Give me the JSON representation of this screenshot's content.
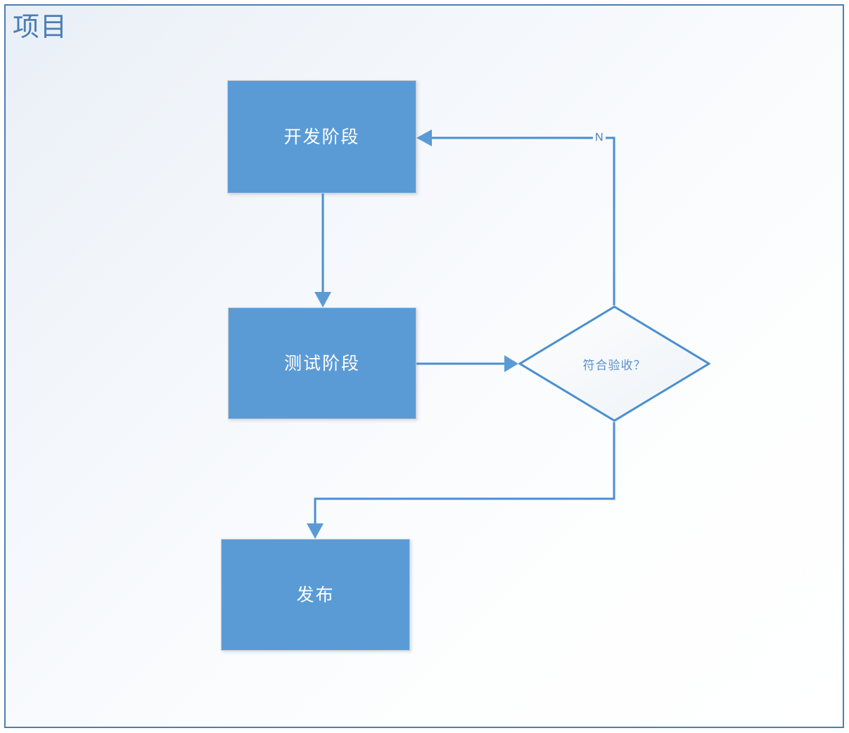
{
  "diagram": {
    "title": "项目",
    "type": "flowchart",
    "title_color": "#4a7eb5",
    "panel_border_color": "#4a7fb5",
    "node_fill_color": "#5b9bd5",
    "node_text_color": "#ffffff",
    "decision_text_color": "#5b8fc9",
    "connector_color": "#4a8fd0",
    "nodes": [
      {
        "id": "dev",
        "label": "开发阶段",
        "shape": "rectangle"
      },
      {
        "id": "test",
        "label": "测试阶段",
        "shape": "rectangle"
      },
      {
        "id": "decision",
        "label": "符合验收？",
        "shape": "diamond"
      },
      {
        "id": "release",
        "label": "发布",
        "shape": "rectangle"
      }
    ],
    "edges": [
      {
        "from": "dev",
        "to": "test",
        "label": ""
      },
      {
        "from": "test",
        "to": "decision",
        "label": ""
      },
      {
        "from": "decision",
        "to": "dev",
        "label": "N"
      },
      {
        "from": "decision",
        "to": "release",
        "label": ""
      }
    ]
  }
}
